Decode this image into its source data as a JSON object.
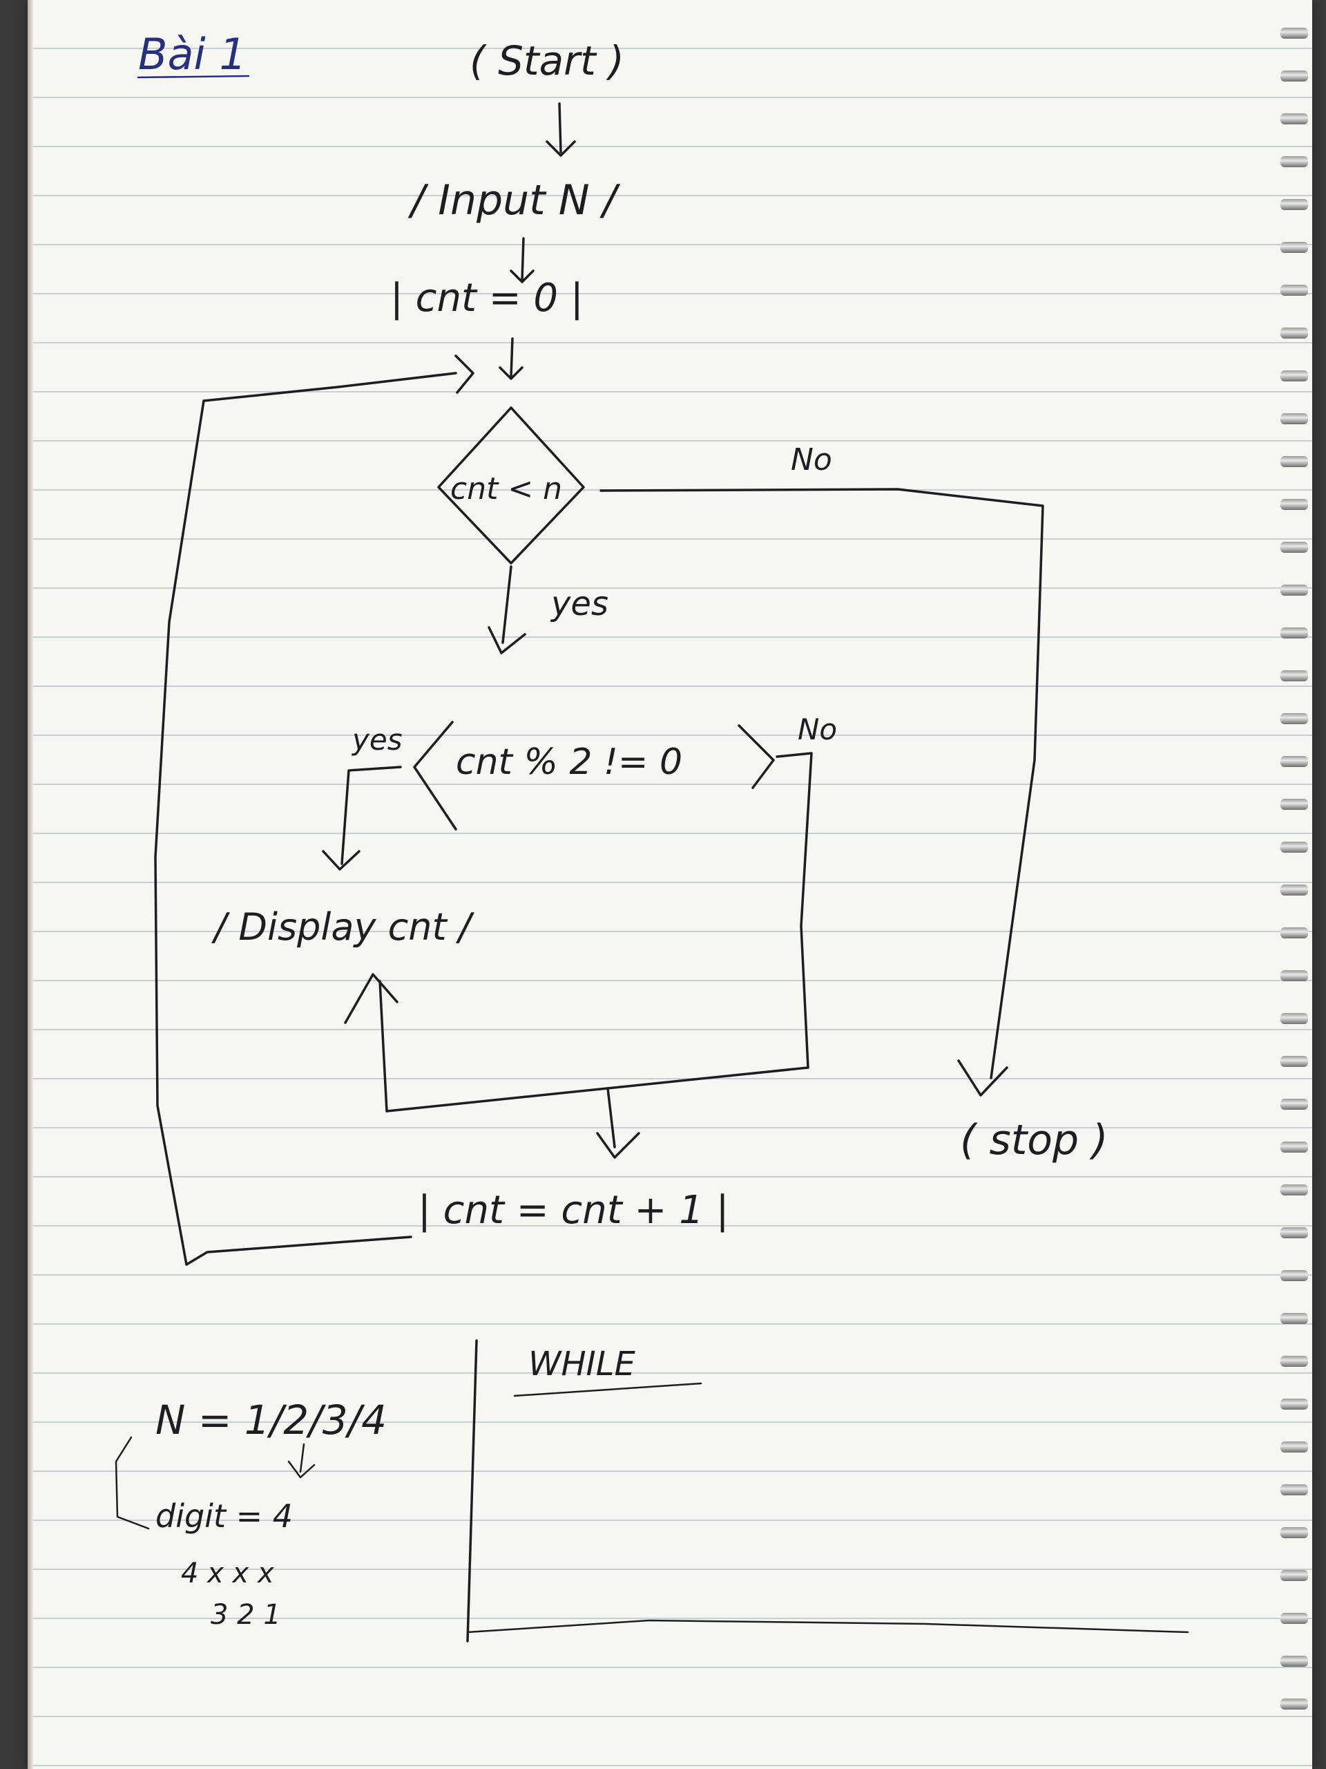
{
  "heading": "Bài 1",
  "nodes": {
    "start": "( Start )",
    "input": "/ Input N /",
    "init": "| cnt = 0 |",
    "cond1": "cnt < n",
    "cond2": "cnt % 2 != 0",
    "display": "/ Display cnt /",
    "increment": "| cnt = cnt + 1 |",
    "stop": "( stop )"
  },
  "edges": {
    "cond1_yes": "yes",
    "cond1_no": "No",
    "cond2_yes": "yes",
    "cond2_no": "No"
  },
  "notes": {
    "n_value": "N = 1/2/3/4",
    "digit": "digit = 4",
    "row1": "4 x x x",
    "row2": "3 2 1",
    "while_label": "WHILE"
  }
}
